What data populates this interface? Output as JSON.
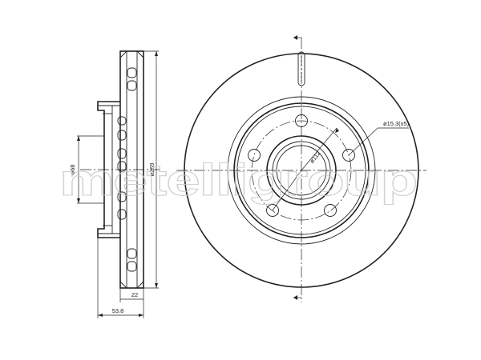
{
  "dimensions": {
    "hub_diameter": "ø68",
    "outer_diameter": "ø269",
    "thickness": "22",
    "total_height": "53.8",
    "bolt_circle": "ø112",
    "bolt_holes": "ø15.3(x5)"
  },
  "watermark": "metelligroup",
  "colors": {
    "line": "#222222",
    "watermark": "#c9c9c9"
  }
}
